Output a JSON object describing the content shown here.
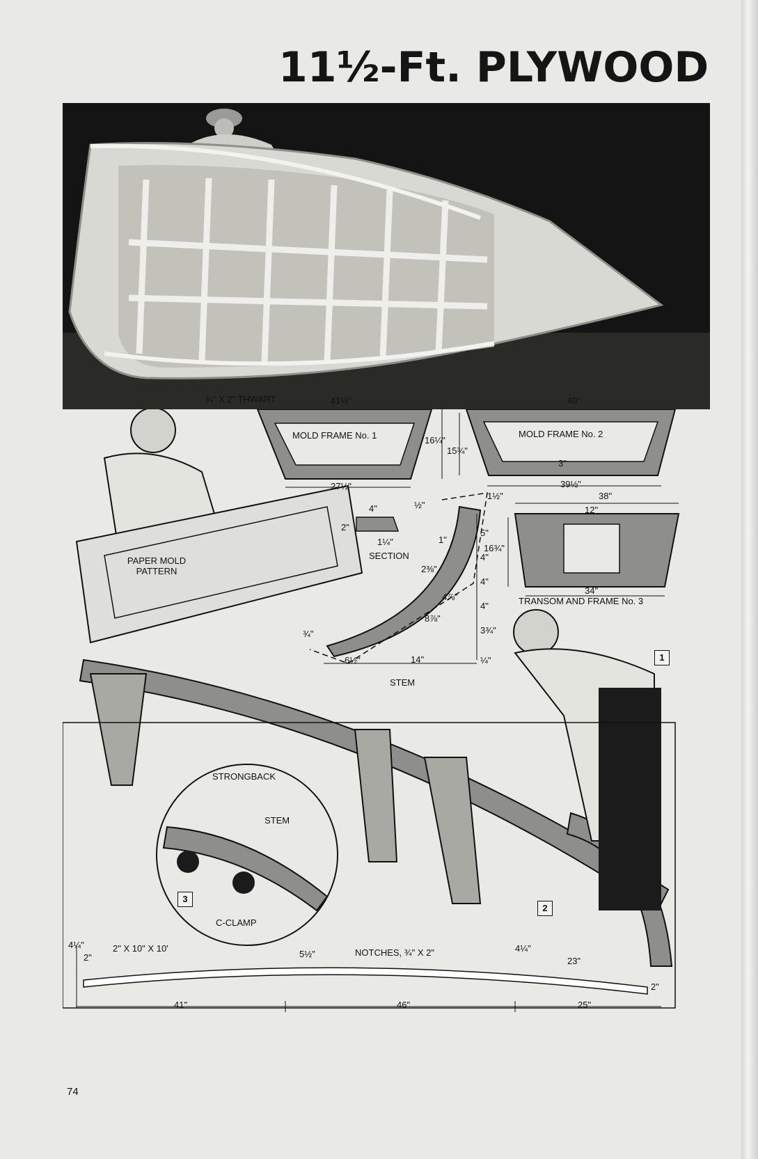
{
  "title": "11½-Ft. PLYWOOD",
  "labels": {
    "thwart": "¾\" X 2\" THWART",
    "mold1": "MOLD FRAME No. 1",
    "mold2": "MOLD FRAME No. 2",
    "transom": "TRANSOM AND FRAME No. 3",
    "section": "SECTION",
    "stem": "STEM",
    "paper_mold": "PAPER MOLD PATTERN",
    "strongback": "STRONGBACK",
    "stem_inset": "STEM",
    "c_clamp": "C-CLAMP",
    "notches": "NOTCHES, ¾\" X 2\"",
    "timber": "2\" X 10\" X 10'"
  },
  "dimensions": {
    "m1_top": "41½\"",
    "m1_height": "16¼\"",
    "m1_bottom": "27½\"",
    "m2_top": "49\"",
    "m2_height": "15¾\"",
    "m2_center": "3\"",
    "m2_bottom": "39½\"",
    "t_offset": "1½\"",
    "t_top": "38\"",
    "t_center": "12\"",
    "t_height": "16¾\"",
    "t_bottom": "34\"",
    "sec_w": "4\"",
    "sec_r": "½\"",
    "sec_h": "2\"",
    "sec_b": "1¼\"",
    "stem_1": "1\"",
    "stem_238": "2⅜\"",
    "stem_478": "4⅞\"",
    "stem_878": "8⅞\"",
    "stem_34": "¾\"",
    "stem_612": "6½\"",
    "stem_14": "14\"",
    "stem_v5": "5\"",
    "stem_v4a": "4\"",
    "stem_v4b": "4\"",
    "stem_v4c": "4\"",
    "stem_v334": "3¾\"",
    "stem_v14": "¼\"",
    "sb_414a": "4¼\"",
    "sb_2a": "2\"",
    "sb_512": "5½\"",
    "sb_414b": "4¼\"",
    "sb_23": "23\"",
    "sb_2b": "2\"",
    "sb_41": "41\"",
    "sb_46": "46\"",
    "sb_25": "25\""
  },
  "figures": [
    "1",
    "2",
    "3"
  ],
  "page_number": "74"
}
